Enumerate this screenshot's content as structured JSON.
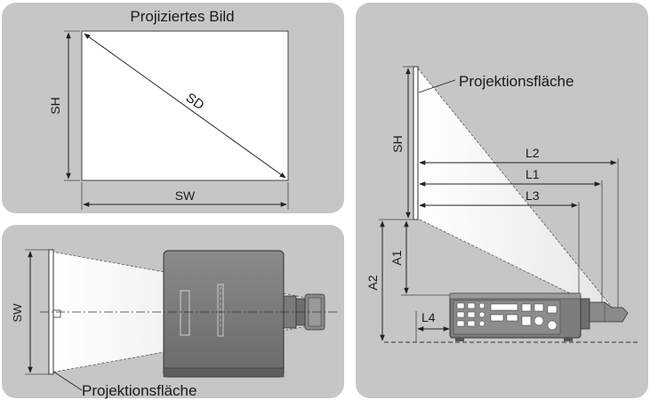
{
  "panel_top_left": {
    "title": "Projiziertes Bild",
    "label_sh": "SH",
    "label_sd": "SD",
    "label_sw": "SW"
  },
  "panel_bottom_left": {
    "label_sw": "SW",
    "label_screen": "Projektionsfläche"
  },
  "panel_right": {
    "label_screen": "Projektionsfläche",
    "label_sh": "SH",
    "label_l1": "L1",
    "label_l2": "L2",
    "label_l3": "L3",
    "label_l4": "L4",
    "label_a1": "A1",
    "label_a2": "A2"
  },
  "colors": {
    "panel_background": "#c6c6c6",
    "screen_fill": "#ffffff",
    "projector_body": "#808080",
    "lines": "#222222"
  }
}
